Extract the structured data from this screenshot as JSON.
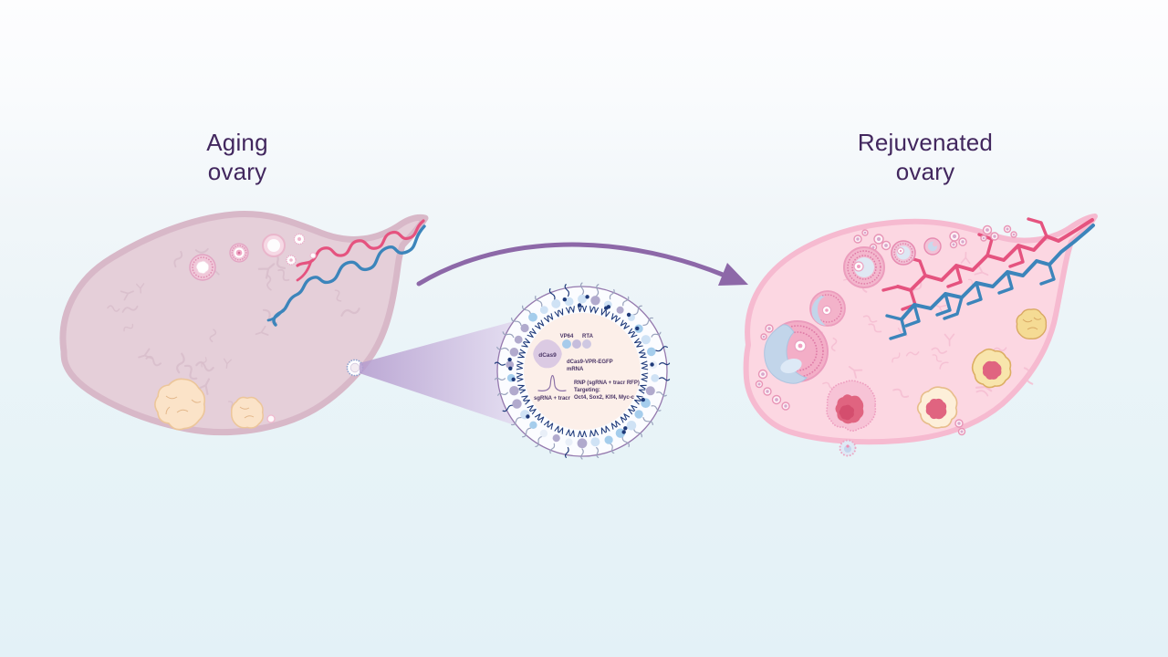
{
  "titles": {
    "aging_line1": "Aging",
    "aging_line2": "ovary",
    "rejuvenated_line1": "Rejuvenated",
    "rejuvenated_line2": "ovary"
  },
  "liposome_labels": {
    "vp64": "VP64",
    "rta": "RTA",
    "dcas9": "dCas9",
    "mrna_line1": "dCas9-VPR-EGFP",
    "mrna_line2": "mRNA",
    "sgrna": "sgRNA + tracr",
    "rnp_line1": "RNP (sgRNA + tracr RFP)",
    "rnp_line2": "Targeting:",
    "rnp_line3": "Oct4, Sox2, Klf4, Myc-c"
  },
  "colors": {
    "title": "#42275e",
    "arrow": "#8d68a8",
    "background_top": "#fdfdfe",
    "background_bottom": "#e3f1f7",
    "aging_ovary_fill": "#e5cfd9",
    "aging_ovary_stroke": "#d8b8c8",
    "aging_texture": "#d8bdca",
    "rejuvenated_ovary_fill": "#fcd7e2",
    "rejuvenated_ovary_stroke": "#f6bad0",
    "rejuvenated_texture": "#f4bdd1",
    "vessel_red": "#e5537f",
    "vessel_blue": "#3c85bb",
    "lipid_blue": "#a5cdec",
    "lipid_pale": "#cfe2f5",
    "lipid_lavender": "#b1aacd",
    "lipid_white": "#e9eff8",
    "lipid_tail": "#9aa3bd",
    "lipid_navy": "#1f3a7a",
    "liposome_interior": "#fcefe9",
    "follicle_pink": "#f3b3ca",
    "follicle_dot": "#e07da8",
    "antrum_blue": "#c2d5ea",
    "corpus_luteum_yellow": "#f8e5ac",
    "corpus_albicans_cream": "#fbe3c8",
    "rose_center": "#e06480",
    "label_text": "#4a3566"
  }
}
